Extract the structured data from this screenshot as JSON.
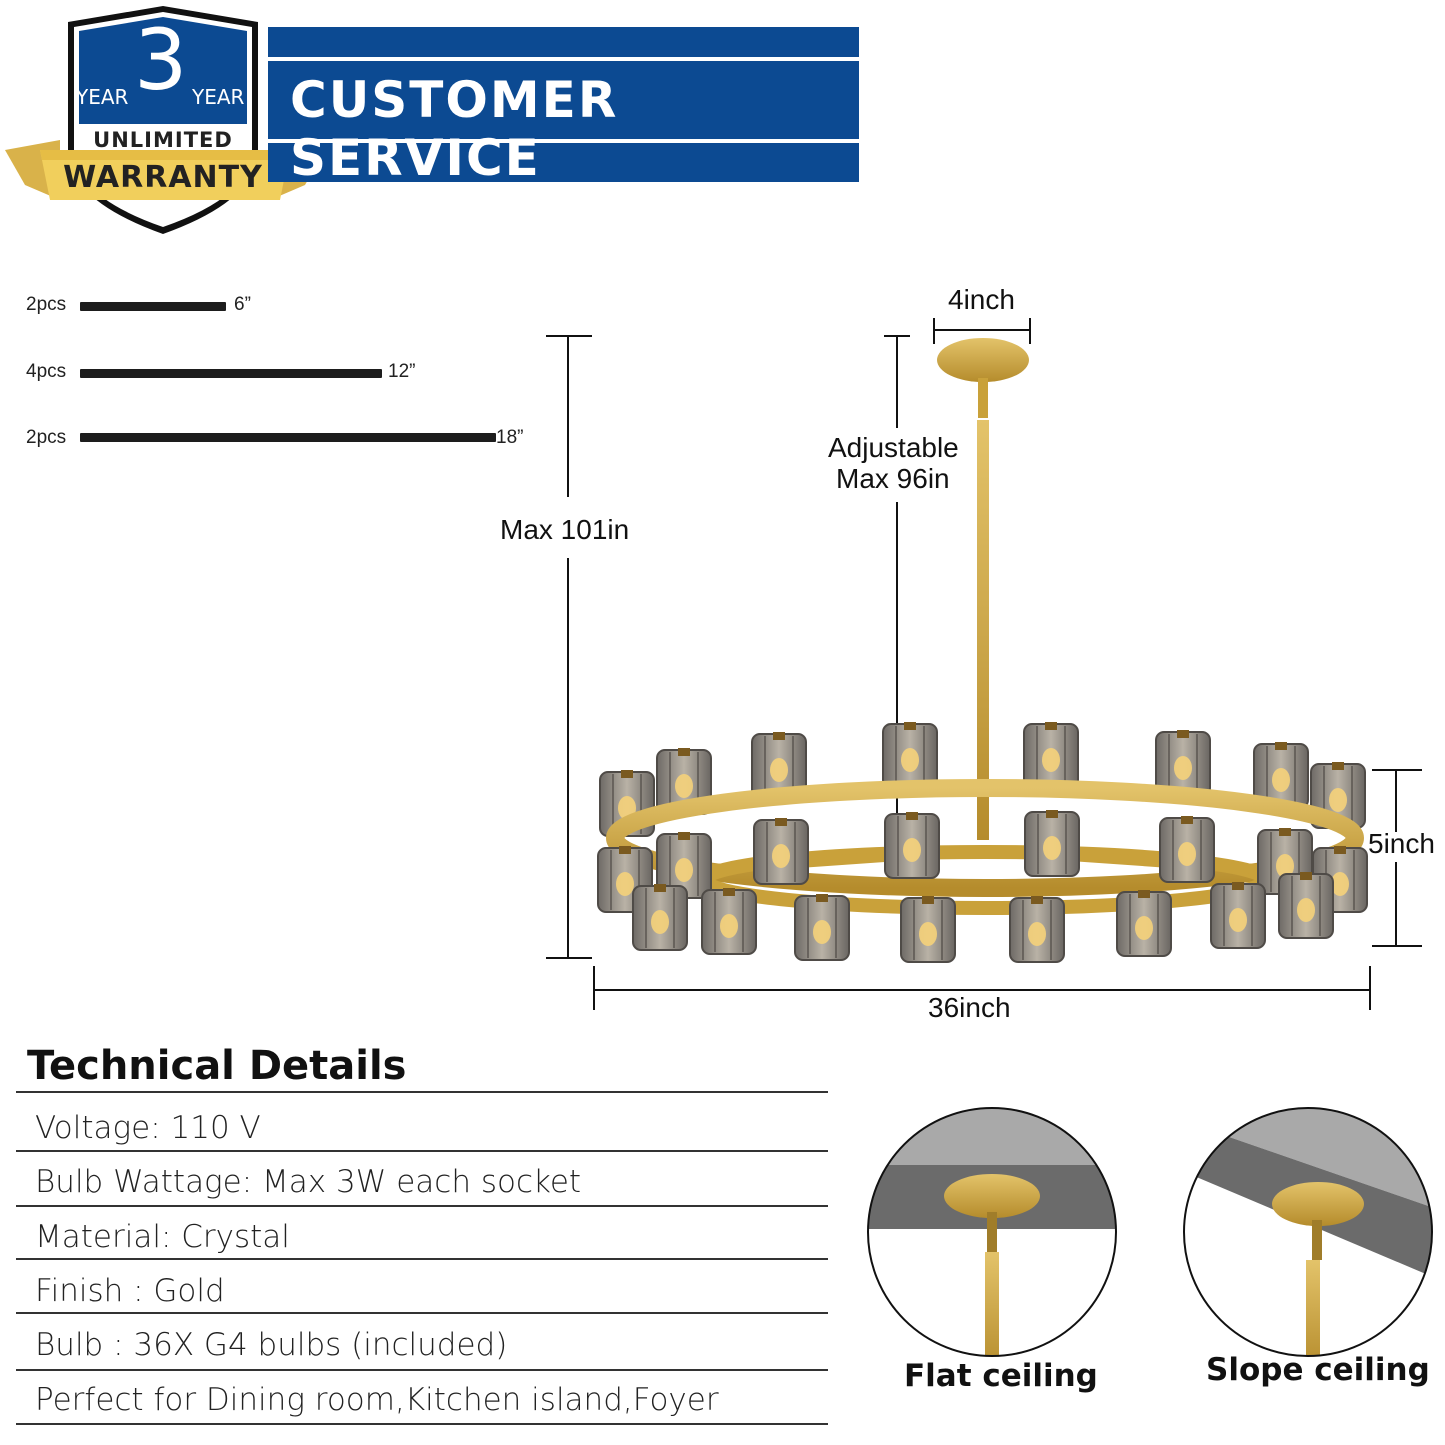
{
  "badge": {
    "number": "3",
    "year_left": "YEAR",
    "year_right": "YEAR",
    "unlimited": "UNLIMITED",
    "warranty": "WARRANTY"
  },
  "banner": {
    "title": "CUSTOMER SERVICE",
    "color": "#0c4a92"
  },
  "rods": [
    {
      "qty": "2pcs",
      "length": "6”"
    },
    {
      "qty": "4pcs",
      "length": "12”"
    },
    {
      "qty": "2pcs",
      "length": "18”"
    }
  ],
  "dimensions": {
    "canopy_width": "4inch",
    "adjustable_line1": "Adjustable",
    "adjustable_line2": "Max 96in",
    "max_height": "Max 101in",
    "body_height": "5inch",
    "diameter": "36inch"
  },
  "tech": {
    "title": "Technical Details",
    "rows": [
      "Voltage: 110 V",
      "Bulb Wattage: Max 3W each socket",
      "Material: Crystal",
      "Finish : Gold",
      "Bulb : 36X G4 bulbs (included)",
      "Perfect for Dining room,Kitchen island,Foyer"
    ]
  },
  "ceilings": {
    "flat": "Flat ceiling",
    "slope": "Slope ceiling"
  },
  "colors": {
    "gold": "#c9a13a",
    "glass": "#8a8580"
  }
}
